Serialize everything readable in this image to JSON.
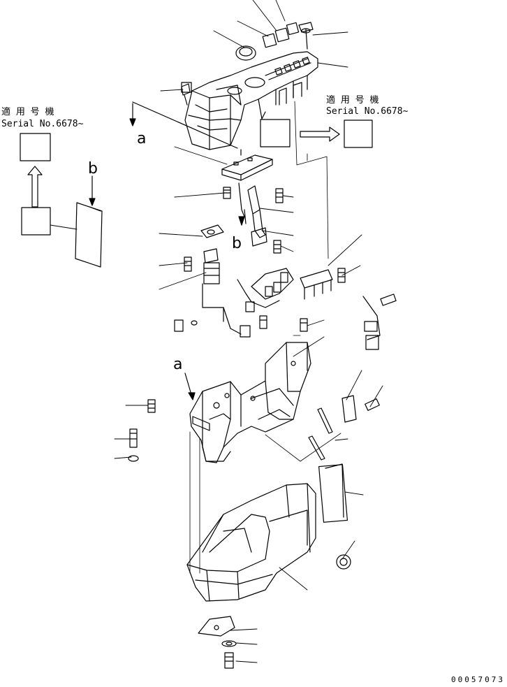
{
  "applicable_models_label": "適 用 号 機",
  "serial_range_label": "Serial No.6678~",
  "callout_a": "a",
  "callout_b": "b",
  "drawing_number": "00057073"
}
